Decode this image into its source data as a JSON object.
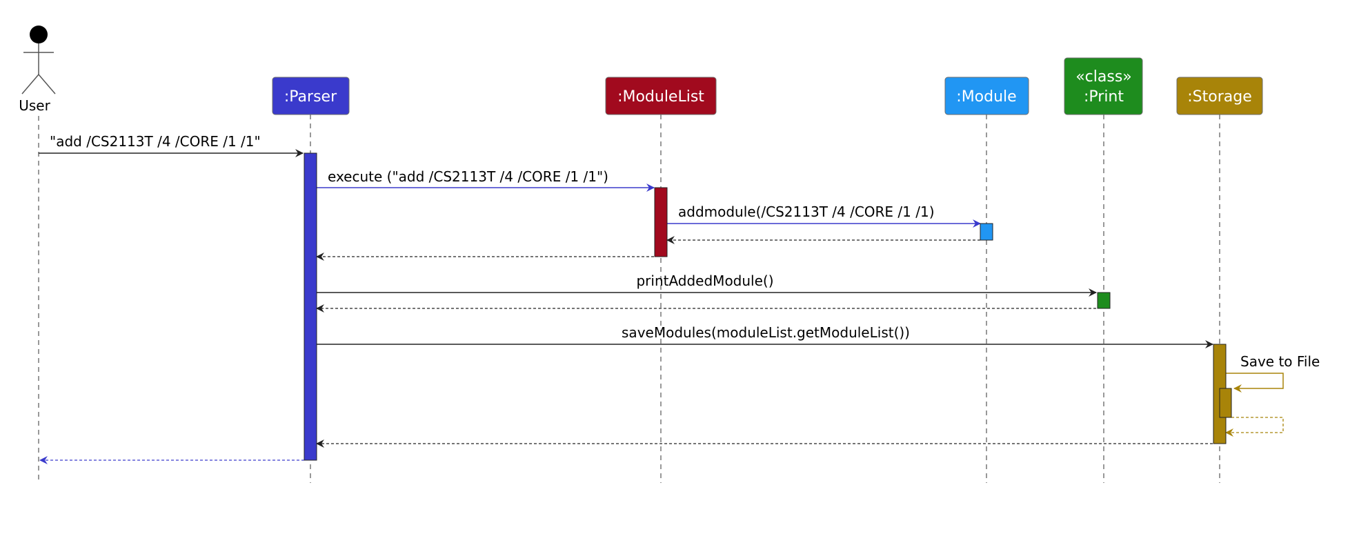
{
  "participants": {
    "user": {
      "label": "User"
    },
    "parser": {
      "label": ":Parser",
      "color": "#3a3acc"
    },
    "modulelist": {
      "label": ":ModuleList",
      "color": "#a10a1e"
    },
    "module": {
      "label": ":Module",
      "color": "#2196f3"
    },
    "print": {
      "stereotype": "«class»",
      "label": ":Print",
      "color": "#1e8c1e"
    },
    "storage": {
      "label": ":Storage",
      "color": "#a88409"
    }
  },
  "messages": {
    "user_to_parser": "\"add /CS2113T /4 /CORE /1 /1\"",
    "execute": "execute (\"add /CS2113T /4 /CORE /1 /1\")",
    "addmodule": "addmodule(/CS2113T /4 /CORE /1 /1)",
    "print_added": "printAddedModule()",
    "save_modules": "saveModules(moduleList.getModuleList())",
    "save_to_file": "Save to File"
  },
  "colors": {
    "call_arrow": "#3a3acc",
    "return_arrow": "#222222",
    "self_call": "#a88409"
  }
}
